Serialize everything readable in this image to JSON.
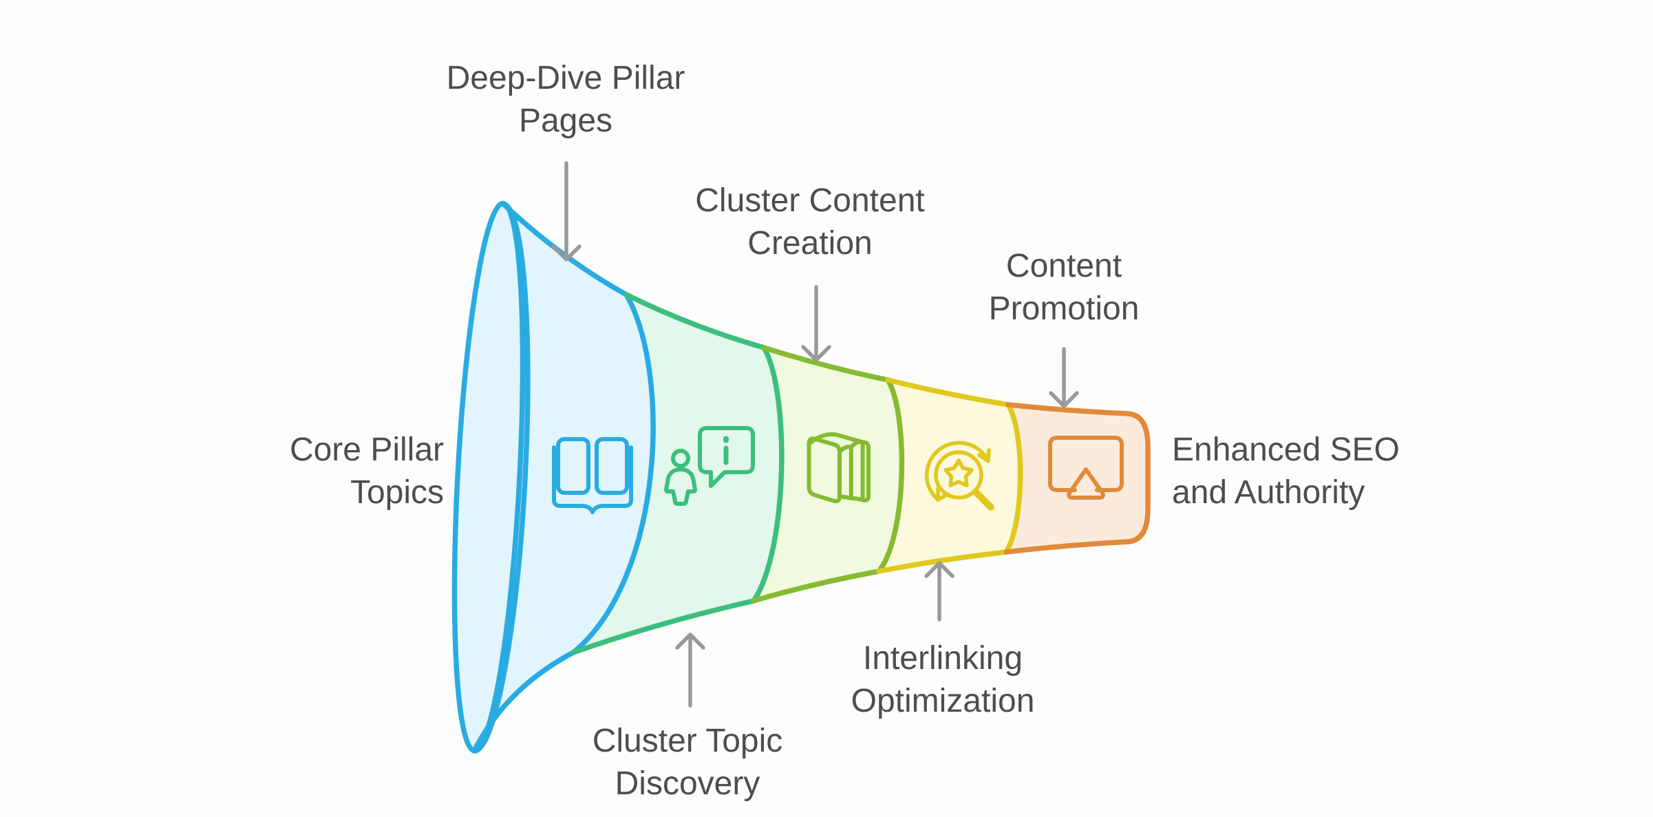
{
  "title": "Pillar and cluster content strategy funnel",
  "background_color": "#FDFDFD",
  "text_color": "#4D4D4D",
  "arrow_color": "#98999B",
  "funnel": {
    "direction": "wide-left-to-narrow-right",
    "stages": [
      {
        "name": "core-pillar-topics",
        "label": "Core Pillar Topics",
        "icon": "open-book-icon",
        "stroke_color": "#29ABE2",
        "fill_color": "#E2F4FC"
      },
      {
        "name": "cluster-topic-discovery",
        "label": "Cluster Topic Discovery",
        "icon": "person-info-bubble-icon",
        "stroke_color": "#3CBE7D",
        "fill_color": "#E2F8EC"
      },
      {
        "name": "cluster-content-creation",
        "label": "Cluster Content Creation",
        "icon": "booklet-pages-icon",
        "stroke_color": "#85BA31",
        "fill_color": "#F1F9DE"
      },
      {
        "name": "interlinking-optimization",
        "label": "Interlinking Optimization",
        "icon": "star-search-refresh-icon",
        "stroke_color": "#E0C81E",
        "fill_color": "#FCF9DC"
      },
      {
        "name": "content-promotion",
        "label": "Content Promotion",
        "icon": "screen-share-icon",
        "stroke_color": "#E08A3A",
        "fill_color": "#FCEBDD"
      }
    ]
  },
  "labels": {
    "deep_dive": {
      "line1": "Deep-Dive Pillar",
      "line2": "Pages"
    },
    "cluster_content": {
      "line1": "Cluster Content",
      "line2": "Creation"
    },
    "content_promotion": {
      "line1": "Content",
      "line2": "Promotion"
    },
    "core_pillar": {
      "line1": "Core Pillar",
      "line2": "Topics"
    },
    "enhanced_seo": {
      "line1": "Enhanced SEO",
      "line2": "and Authority"
    },
    "cluster_topic": {
      "line1": "Cluster Topic",
      "line2": "Discovery"
    },
    "interlinking": {
      "line1": "Interlinking",
      "line2": "Optimization"
    }
  }
}
